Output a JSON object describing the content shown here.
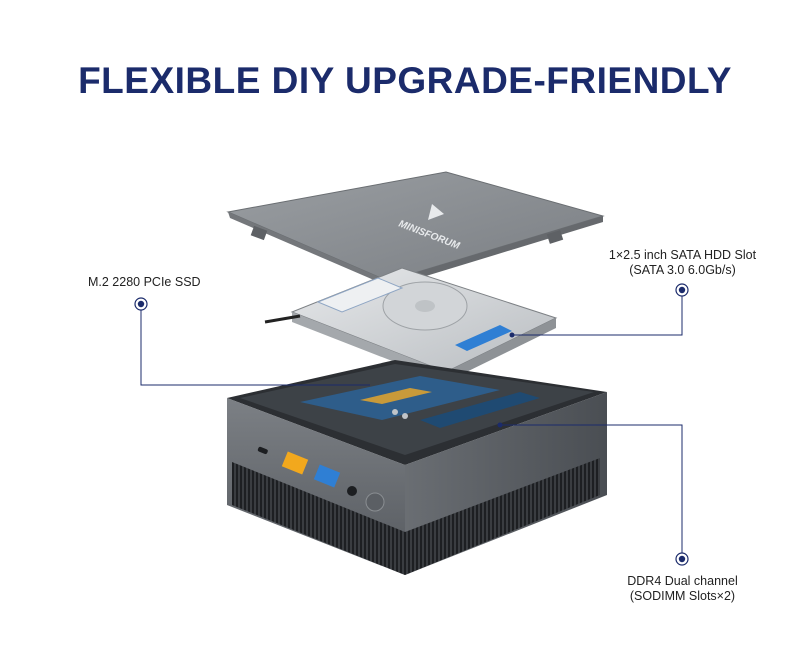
{
  "headline": "FLEXIBLE DIY UPGRADE-FRIENDLY",
  "brand_logo_text": "MINISFORUM",
  "callouts": {
    "ssd": {
      "line1": "M.2 2280 PCIe SSD"
    },
    "hdd": {
      "line1": "1×2.5 inch SATA HDD Slot",
      "line2": "(SATA 3.0 6.0Gb/s)"
    },
    "ram": {
      "line1": "DDR4 Dual channel",
      "line2": "(SODIMM Slots×2)"
    }
  },
  "colors": {
    "headline": "#1b2b6b",
    "leader_line": "#1b2b6b",
    "chassis": "#6e7277",
    "lid": "#8a8e92",
    "pcb": "#2e5d8a",
    "usb_a_yellow": "#f2a81d",
    "usb_a_blue": "#2f7fd4"
  }
}
